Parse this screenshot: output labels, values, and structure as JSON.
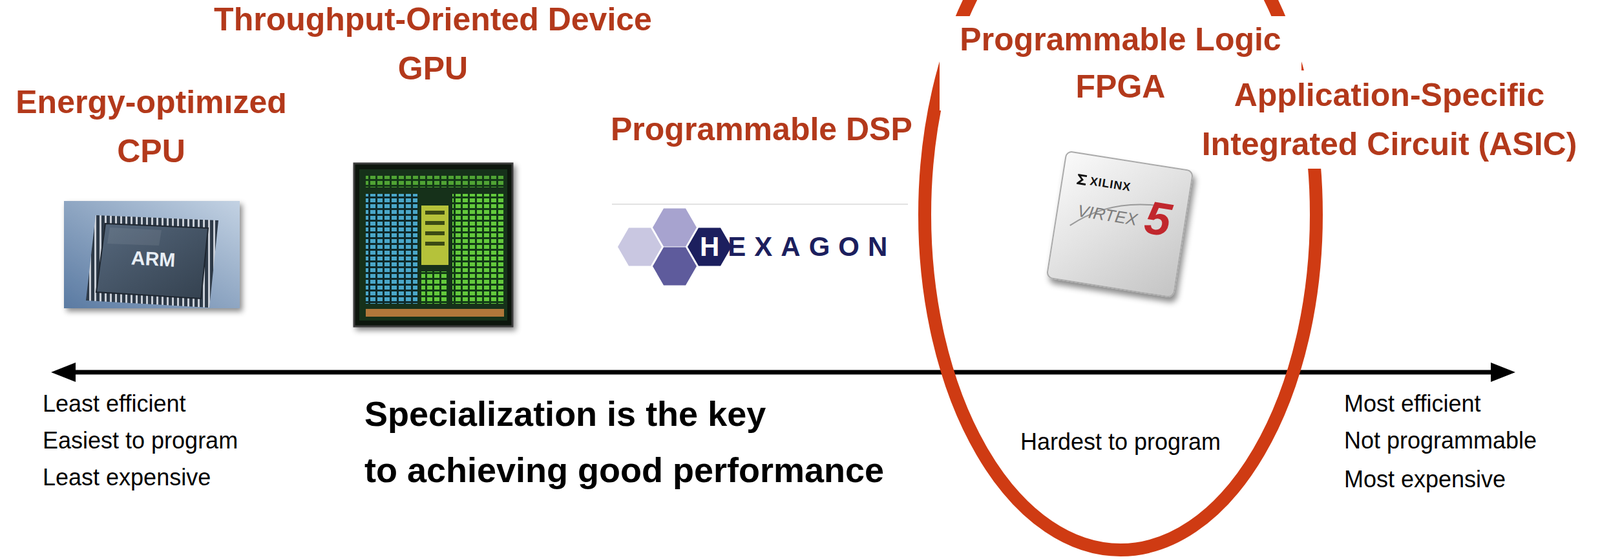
{
  "diagram": {
    "nodes": [
      {
        "text": [
          "Programmable Logic FPGA",
          "Hardest to program"
        ]
      },
      {
        "text": [
          "XILINX",
          "VIRTEX",
          "5"
        ],
        "in": 0
      }
    ],
    "labels": [
      "Energy-optimized CPU",
      "Throughput-Oriented Device GPU",
      "Programmable DSP",
      "Application-Specific Integrated Circuit (ASIC)",
      "ARM",
      "HEXAGON",
      "Least efficient",
      "Easiest to program",
      "Least expensive",
      "Specialization is the key",
      "to achieving good performance",
      "Most efficient",
      "Not programmable",
      "Most expensive"
    ]
  }
}
